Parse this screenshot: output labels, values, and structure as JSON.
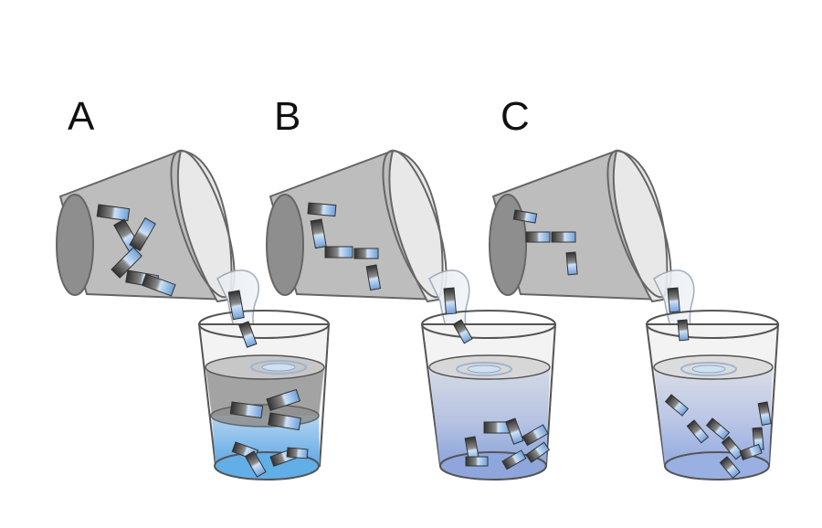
{
  "figure": {
    "panels": [
      {
        "id": "A",
        "label": "A",
        "liquid_layers": 2,
        "liquid_colors": [
          "#9a9a9a",
          "#6fb4e6"
        ]
      },
      {
        "id": "B",
        "label": "B",
        "liquid_layers": 1,
        "liquid_colors": [
          "#c9d3e6",
          "#8fa6dc"
        ]
      },
      {
        "id": "C",
        "label": "C",
        "liquid_layers": 1,
        "liquid_colors": [
          "#d1d8ea",
          "#9ab0e2"
        ]
      }
    ]
  },
  "colors": {
    "outline": "#555555",
    "cup_gray": "#bdbdbd",
    "chip_dark": "#3a3a3a",
    "chip_light": "#a9c8ee"
  }
}
